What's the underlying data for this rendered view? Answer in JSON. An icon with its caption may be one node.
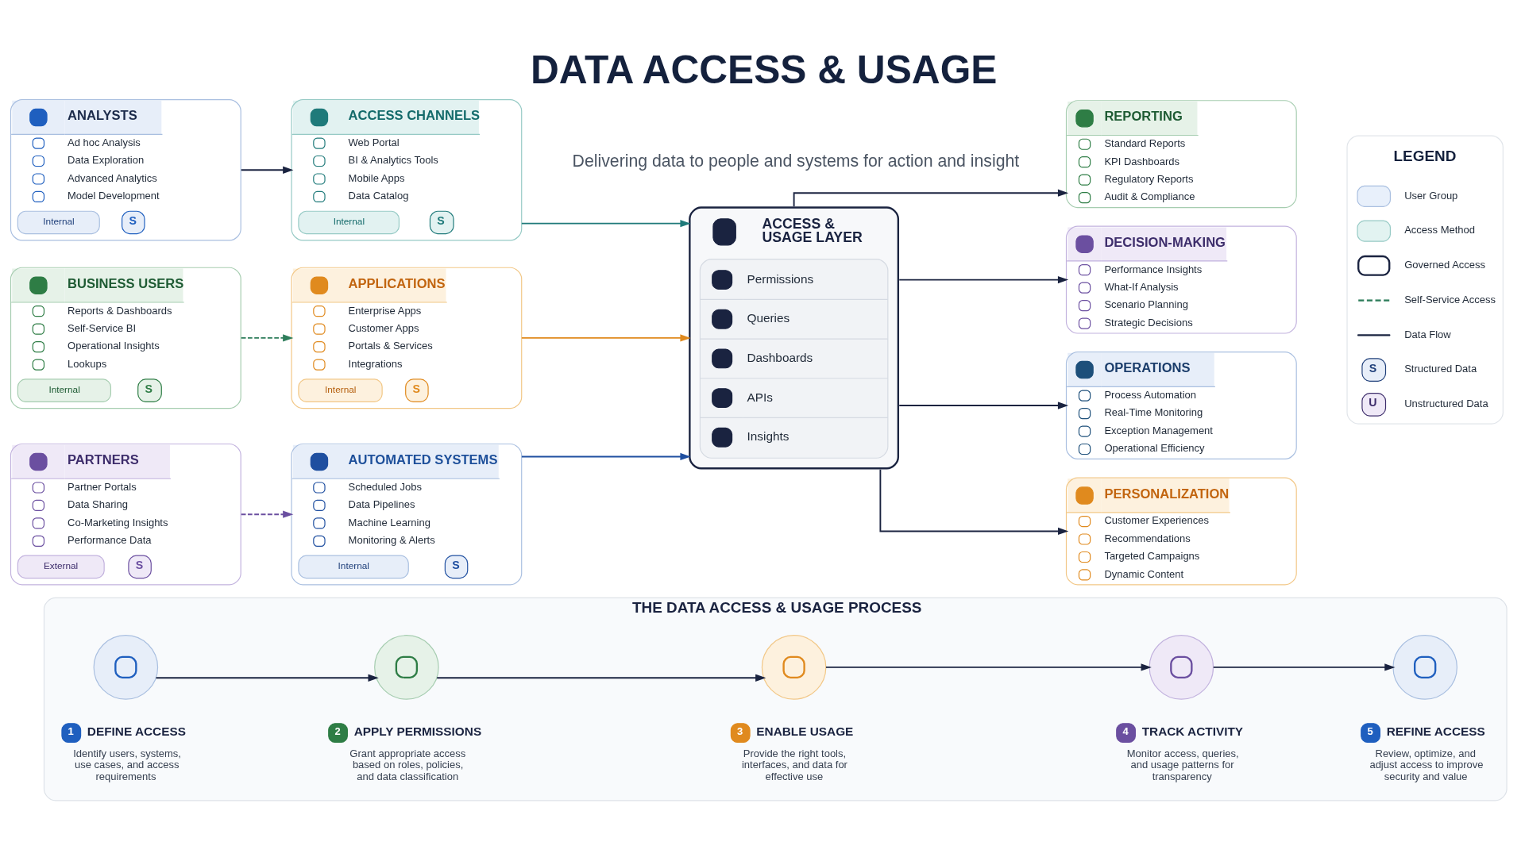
{
  "diagram": {
    "title": "DATA ACCESS & USAGE",
    "nodes": [
      {
        "text": [
          "ANALYSTS",
          "Ad hoc Analysis",
          "Data Exploration",
          "Advanced Analytics",
          "Model Development",
          "Internal",
          "S"
        ]
      },
      {
        "text": [
          "ACCESS CHANNELS",
          "Web Portal",
          "BI & Analytics Tools",
          "Mobile Apps",
          "Data Catalog",
          "Internal",
          "S"
        ]
      },
      {
        "text": [
          "BUSINESS USERS",
          "Reports & Dashboards",
          "Self-Service BI",
          "Operational Insights",
          "Lookups",
          "Internal",
          "S"
        ]
      },
      {
        "text": [
          "APPLICATIONS",
          "Enterprise Apps",
          "Customer Apps",
          "Portals & Services",
          "Integrations",
          "Internal",
          "S"
        ]
      },
      {
        "text": [
          "PARTNERS",
          "Partner Portals",
          "Data Sharing",
          "Co-Marketing Insights",
          "Performance Data",
          "External",
          "S"
        ]
      },
      {
        "text": [
          "AUTOMATED SYSTEMS",
          "Scheduled Jobs",
          "Data Pipelines",
          "Machine Learning",
          "Monitoring & Alerts",
          "Internal",
          "S"
        ]
      },
      {
        "text": [
          "ACCESS & USAGE LAYER",
          "Permissions",
          "Queries",
          "Dashboards",
          "APIs",
          "Insights"
        ]
      },
      {
        "text": [
          "REPORTING",
          "Standard Reports",
          "KPI Dashboards",
          "Regulatory Reports",
          "Audit & Compliance"
        ]
      },
      {
        "text": [
          "DECISION-MAKING",
          "Performance Insights",
          "What-If Analysis",
          "Scenario Planning",
          "Strategic Decisions"
        ]
      },
      {
        "text": [
          "PERSONALIZATION",
          "Customer Experiences",
          "Recommendations",
          "Targeted Campaigns",
          "Dynamic Content"
        ]
      },
      {
        "text": [
          "OPERATIONS",
          "Process Automation",
          "Real-Time Monitoring",
          "Exception Management",
          "Operational Efficiency"
        ]
      },
      {
        "text": [
          "THE DATA ACCESS & USAGE PROCESS"
        ]
      },
      {
        "text": [],
        "shape": "circle",
        "in": 11
      },
      {
        "text": [
          "1"
        ],
        "beside": [
          "DEFINE ACCESS",
          "Identify users, systems, use cases, and access requirements"
        ],
        "in": 11
      },
      {
        "text": [],
        "shape": "circle",
        "in": 11
      },
      {
        "text": [
          "2"
        ],
        "beside": [
          "APPLY PERMISSIONS",
          "Grant appropriate access based on roles, policies, and data classification"
        ],
        "in": 11
      },
      {
        "text": [],
        "shape": "circle",
        "in": 11
      },
      {
        "text": [
          "3"
        ],
        "beside": [
          "ENABLE USAGE",
          "Provide the right tools, interfaces, and data for effective use"
        ],
        "in": 11
      },
      {
        "text": [],
        "shape": "circle",
        "in": 11
      },
      {
        "text": [
          "4"
        ],
        "beside": [
          "TRACK ACTIVITY",
          "Monitor access, queries, and usage patterns for transparency"
        ],
        "in": 11
      },
      {
        "text": [],
        "shape": "circle",
        "in": 11
      },
      {
        "text": [
          "5"
        ],
        "beside": [
          "REFINE ACCESS",
          "Review, optimize, and adjust access to improve security and value"
        ],
        "in": 11
      }
    ],
    "edges": [
      {
        "from": 0,
        "to": 1,
        "arrow": "to"
      },
      {
        "from": 2,
        "to": 3,
        "arrow": "to",
        "style": "dashed",
        "color": "#2e7d5b"
      },
      {
        "from": 4,
        "to": 5,
        "arrow": "to",
        "style": "dashed",
        "color": "#6b4fa0"
      },
      {
        "from": 1,
        "to": 6,
        "arrow": "to",
        "color": "#1f7a7a"
      },
      {
        "from": 3,
        "to": 6,
        "arrow": "to",
        "color": "#e08a1e"
      },
      {
        "from": 5,
        "to": 6,
        "arrow": "to",
        "color": "#1f4fa0"
      },
      {
        "from": 6,
        "to": 7,
        "arrow": "to"
      },
      {
        "from": 6,
        "to": 8,
        "arrow": "to"
      },
      {
        "from": 6,
        "to": 9,
        "arrow": "to"
      },
      {
        "from": 6,
        "to": 10,
        "arrow": "to"
      },
      {
        "from": 12,
        "to": 14,
        "arrow": "to"
      },
      {
        "from": 14,
        "to": 16,
        "arrow": "to"
      },
      {
        "from": 16,
        "to": 18,
        "arrow": "to"
      },
      {
        "from": 18,
        "to": 20,
        "arrow": "to"
      }
    ],
    "labels": [
      "Delivering data to people and systems for action and insight",
      "LEGEND",
      "S",
      "U"
    ],
    "legend": [
      {
        "text": "User Group",
        "color": "#e8f0fb"
      },
      {
        "text": "Access Method",
        "color": "#e2f3f1"
      },
      {
        "text": "Governed Access"
      },
      {
        "text": "Self-Service Access"
      },
      {
        "text": "Data Flow"
      },
      {
        "text": "Structured Data"
      },
      {
        "text": "Unstructured Data"
      }
    ]
  }
}
